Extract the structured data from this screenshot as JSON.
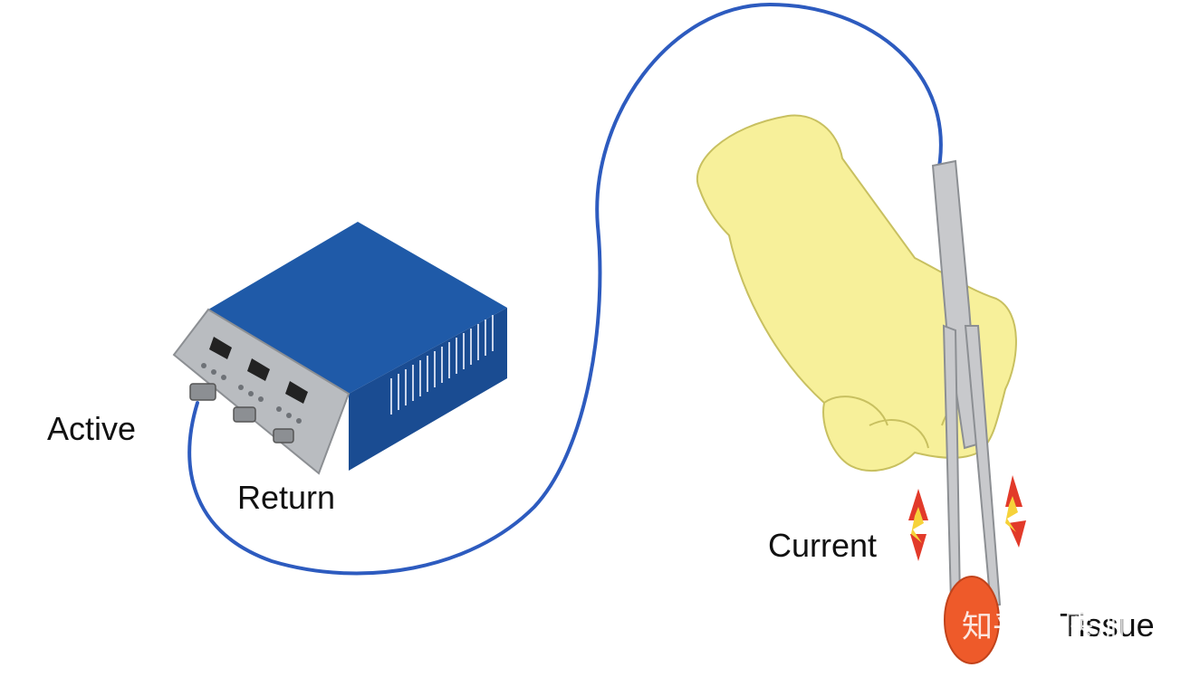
{
  "labels": {
    "active": "Active",
    "return": "Return",
    "current": "Current",
    "tissue": "Tissue"
  },
  "watermark": {
    "text": "知乎 @医加"
  },
  "colors": {
    "generator_top": "#1f5aa8",
    "generator_side": "#1a4c92",
    "panel": "#b9bcc0",
    "cable": "#2d5bbf",
    "glove": "#f7f09a",
    "forceps": "#c8c9cc",
    "tissue": "#ee5a2a",
    "arrow": "#e23a2a",
    "spark": "#f6d23a"
  },
  "icons": {
    "generator": "electrosurgical-generator-icon",
    "hand": "gloved-hand-icon",
    "forceps": "bipolar-forceps-icon",
    "current_arrows": "current-arrow-icon"
  }
}
